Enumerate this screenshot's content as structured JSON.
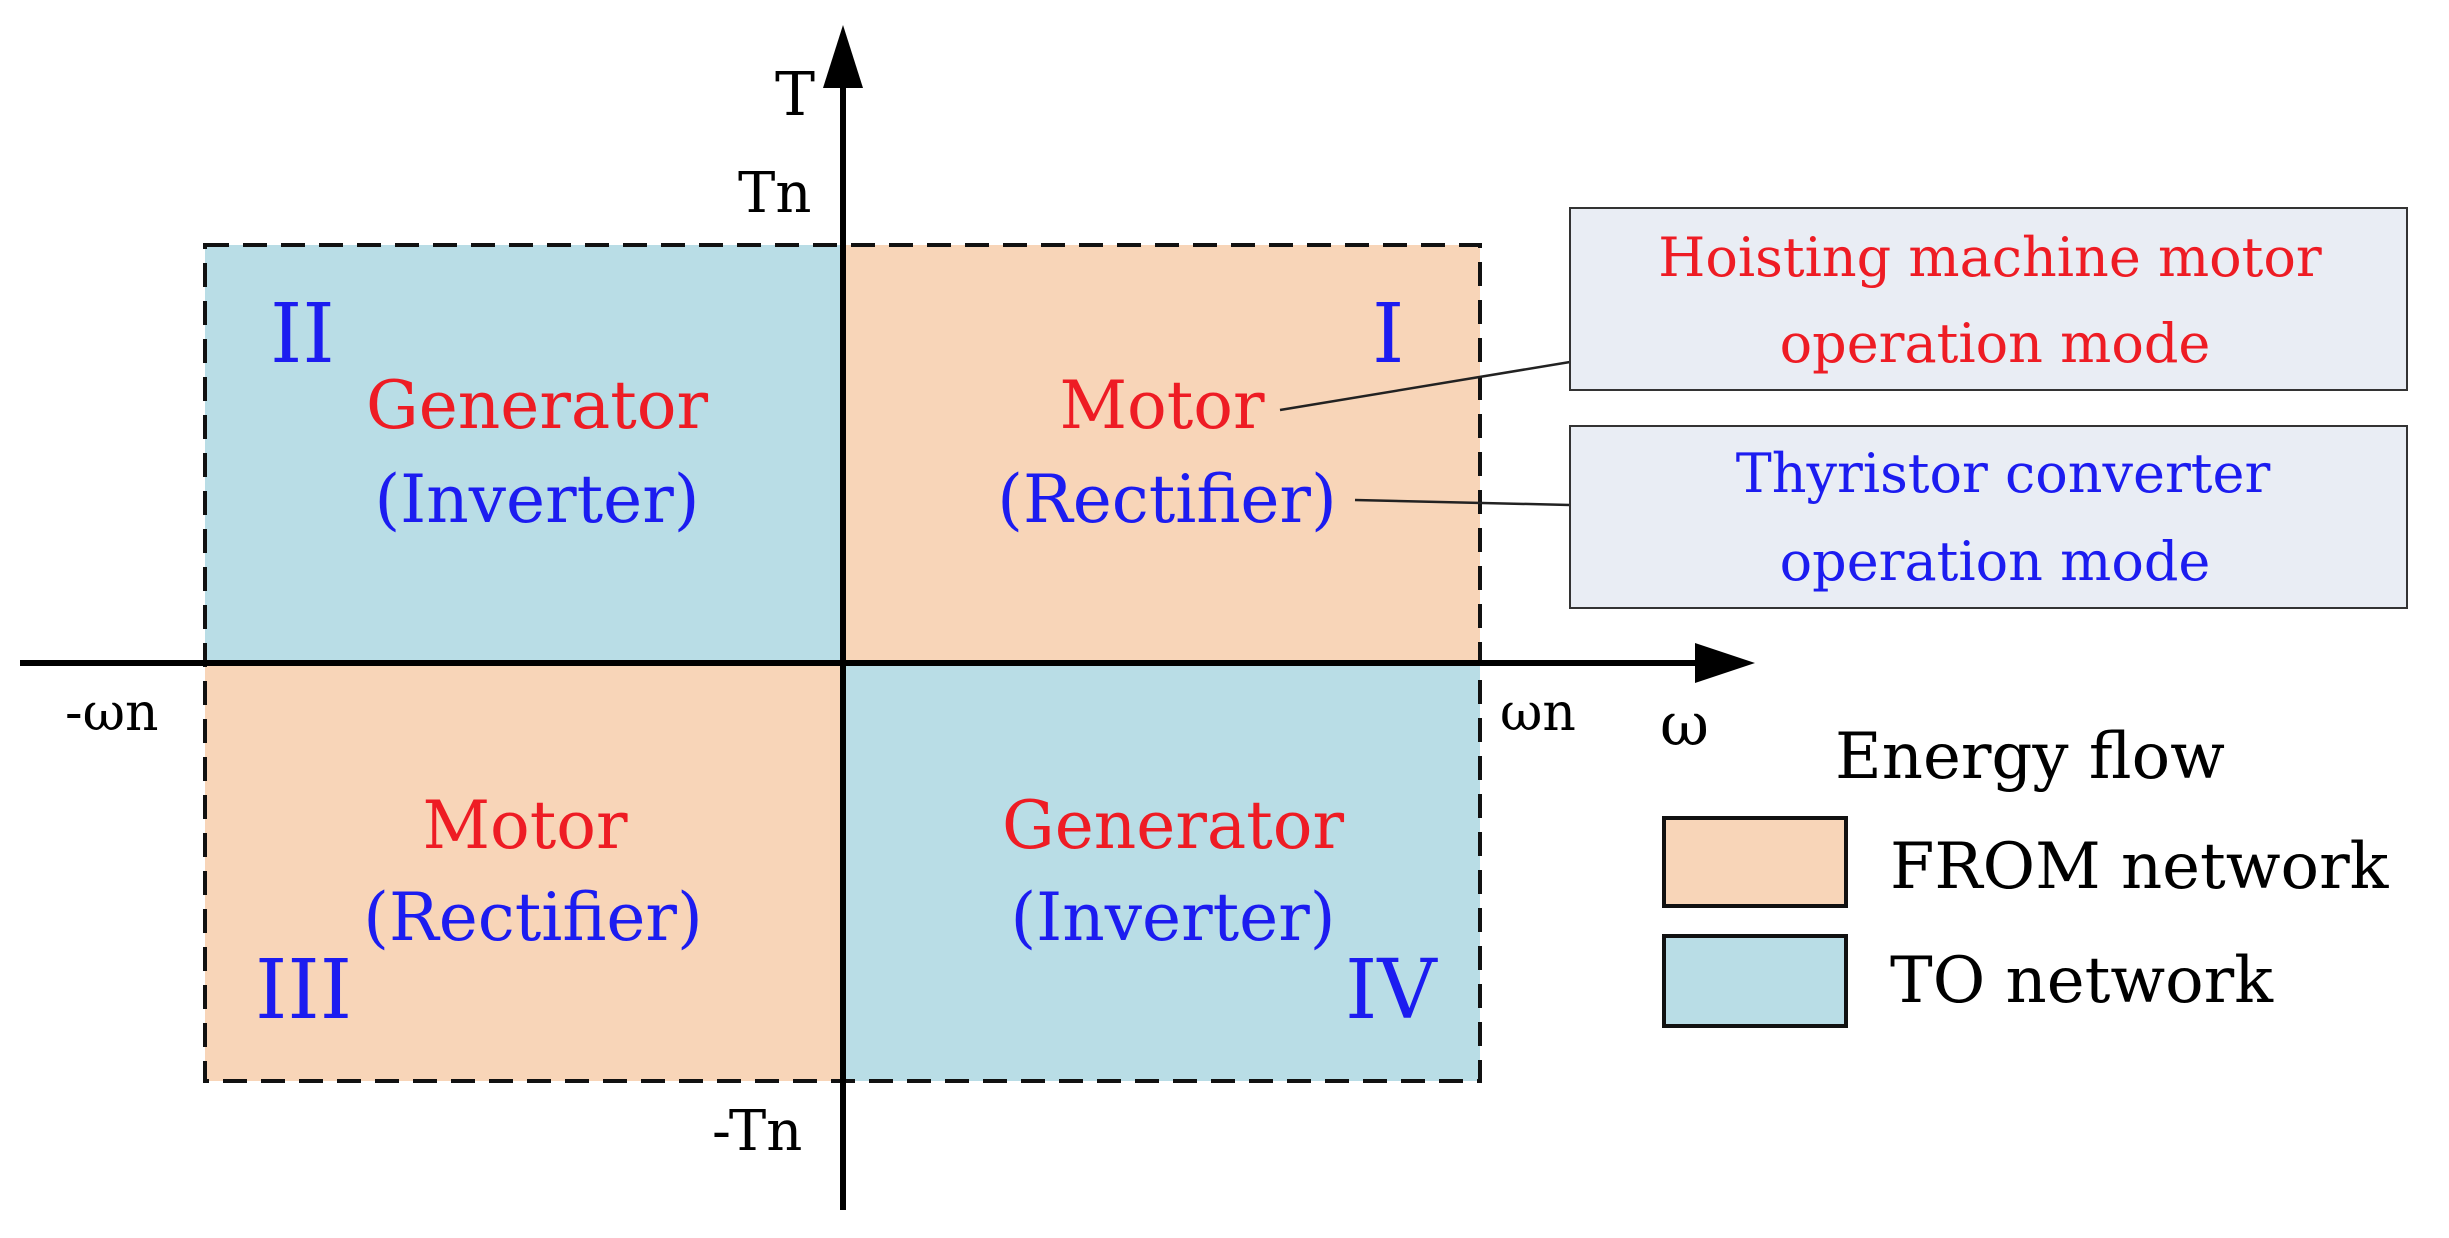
{
  "axes": {
    "torque_label": "T",
    "speed_label": "ω",
    "tn_label": "Tn",
    "neg_tn_label": "-Tn",
    "wn_label": "ωn",
    "neg_wn_label": "-ωn"
  },
  "quadrants": [
    {
      "numeral": "I",
      "mode": "Motor",
      "converter": "(Rectifier)",
      "energy_flow": "FROM network"
    },
    {
      "numeral": "II",
      "mode": "Generator",
      "converter": "(Inverter)",
      "energy_flow": "TO network"
    },
    {
      "numeral": "III",
      "mode": "Motor",
      "converter": "(Rectifier)",
      "energy_flow": "FROM network"
    },
    {
      "numeral": "IV",
      "mode": "Generator",
      "converter": "(Inverter)",
      "energy_flow": "TO network"
    }
  ],
  "callouts": {
    "motor_mode": {
      "line1": "Hoisting machine motor",
      "line2": "operation mode"
    },
    "converter_mode": {
      "line1": "Thyristor converter",
      "line2": "operation mode"
    }
  },
  "legend": {
    "title": "Energy flow",
    "items": [
      {
        "label": "FROM network",
        "color": "#f8d5b8"
      },
      {
        "label": "TO network",
        "color": "#b9dde6"
      }
    ]
  },
  "colors": {
    "mode_text": "#ee1c24",
    "converter_text": "#1c1cf0",
    "callout_box": "#e9edf4",
    "from_network": "#f8d5b8",
    "to_network": "#b9dde6"
  }
}
